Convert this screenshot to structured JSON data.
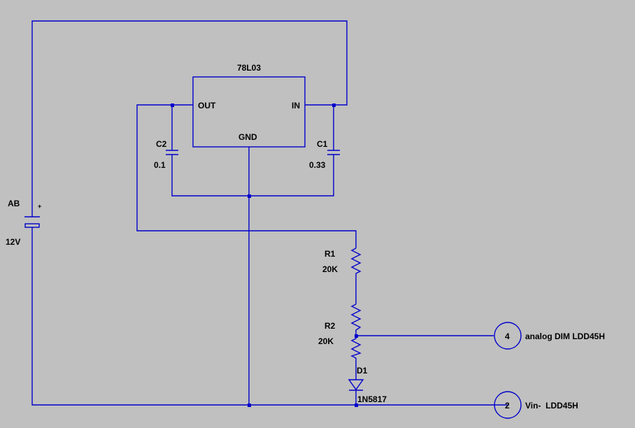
{
  "regulator": {
    "name": "78L03",
    "pin_out": "OUT",
    "pin_in": "IN",
    "pin_gnd": "GND"
  },
  "capacitors": {
    "c2": {
      "name": "C2",
      "value": "0.1"
    },
    "c1": {
      "name": "C1",
      "value": "0.33"
    }
  },
  "battery": {
    "name": "AB",
    "voltage": "12V",
    "polarity": "+"
  },
  "resistors": {
    "r1": {
      "name": "R1",
      "value": "20K"
    },
    "r2": {
      "name": "R2",
      "value": "20K"
    }
  },
  "diode": {
    "name": "D1",
    "part": "1N5817"
  },
  "connectors": {
    "dim": {
      "number": "4",
      "label": "analog DIM LDD45H"
    },
    "vin": {
      "number": "2",
      "label": "Vin-  LDD45H"
    }
  },
  "colors": {
    "background": "#c0c0c0",
    "wire": "#0000cc",
    "text": "#000000"
  }
}
